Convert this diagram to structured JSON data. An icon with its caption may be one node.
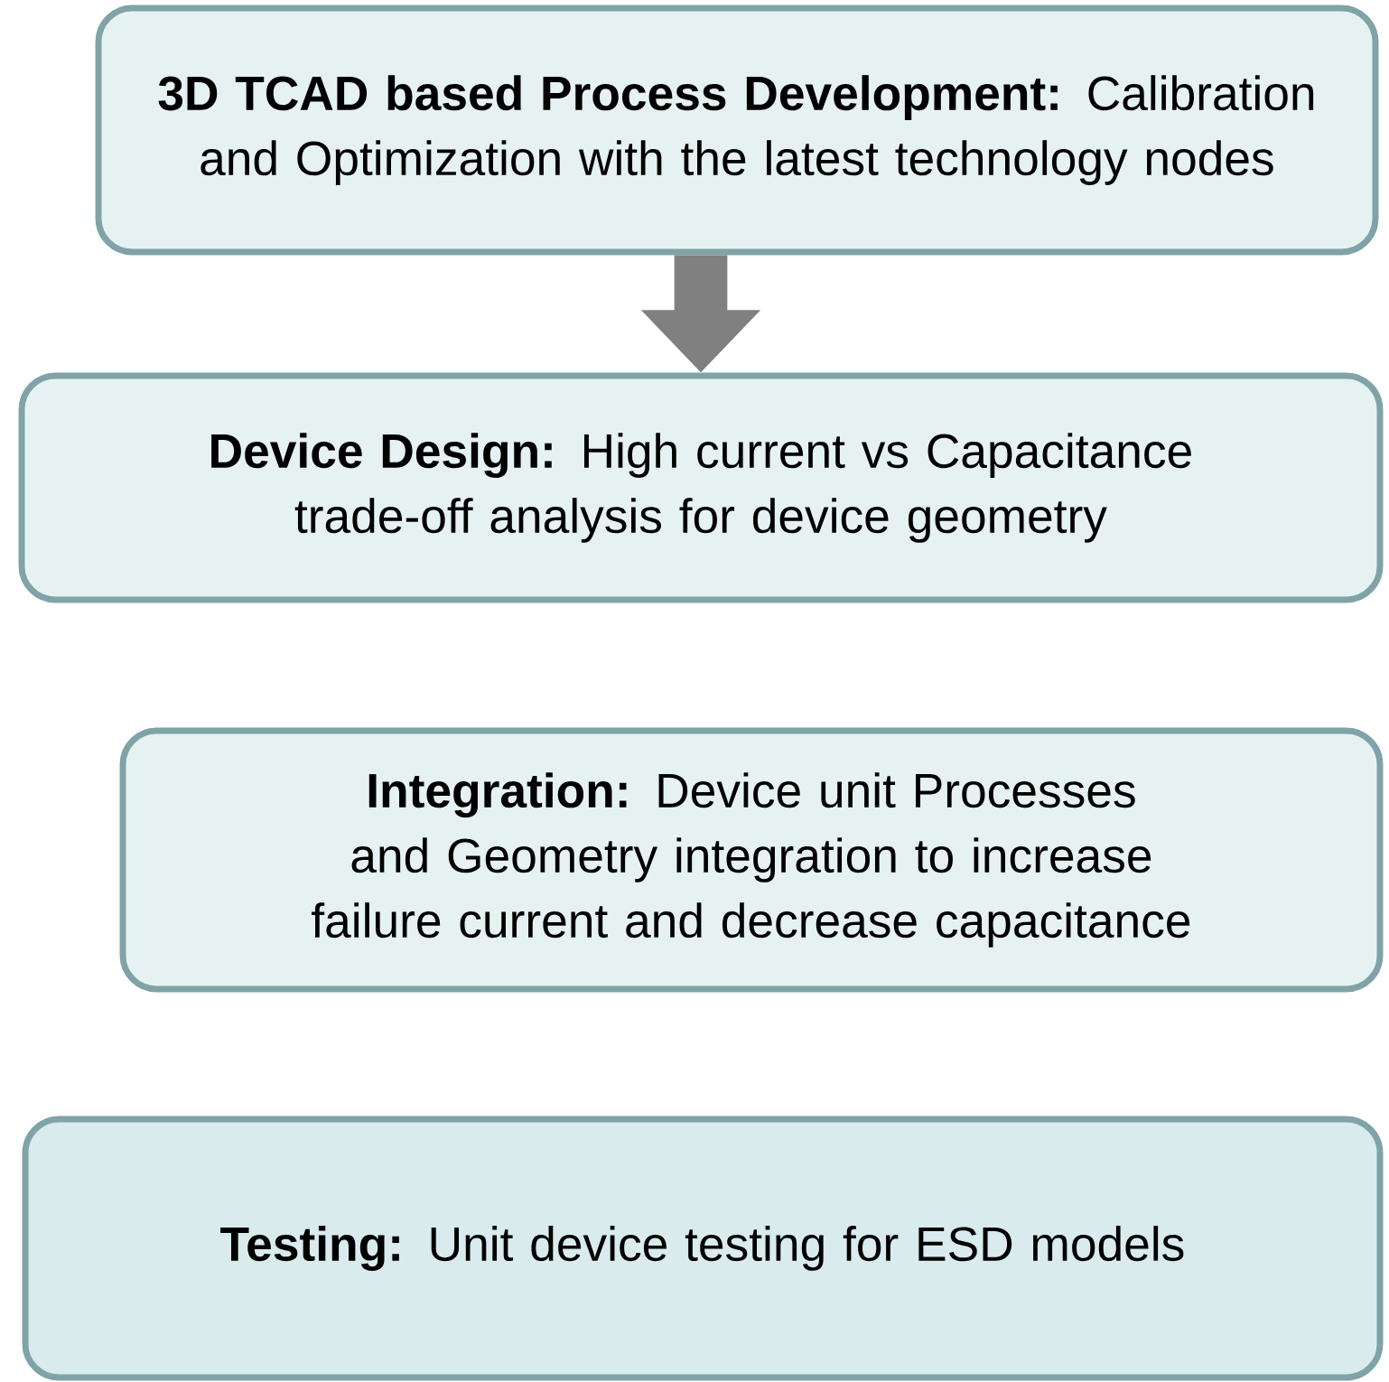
{
  "diagram": {
    "nodes": [
      {
        "text": [
          "**3D TCAD based Process Development:** Calibration and Optimization with the latest technology nodes"
        ]
      },
      {
        "text": [
          "**Device Design:** High current vs Capacitance trade-off analysis for device geometry"
        ]
      },
      {
        "text": [
          "**Integration:** Device unit Processes and Geometry integration to increase failure current and decrease capacitance"
        ]
      },
      {
        "text": [
          "**Testing:** Unit device testing for ESD models"
        ]
      }
    ],
    "edges": [
      {
        "from": 0,
        "to": 1,
        "arrow": "to",
        "color": "#808080"
      }
    ]
  }
}
